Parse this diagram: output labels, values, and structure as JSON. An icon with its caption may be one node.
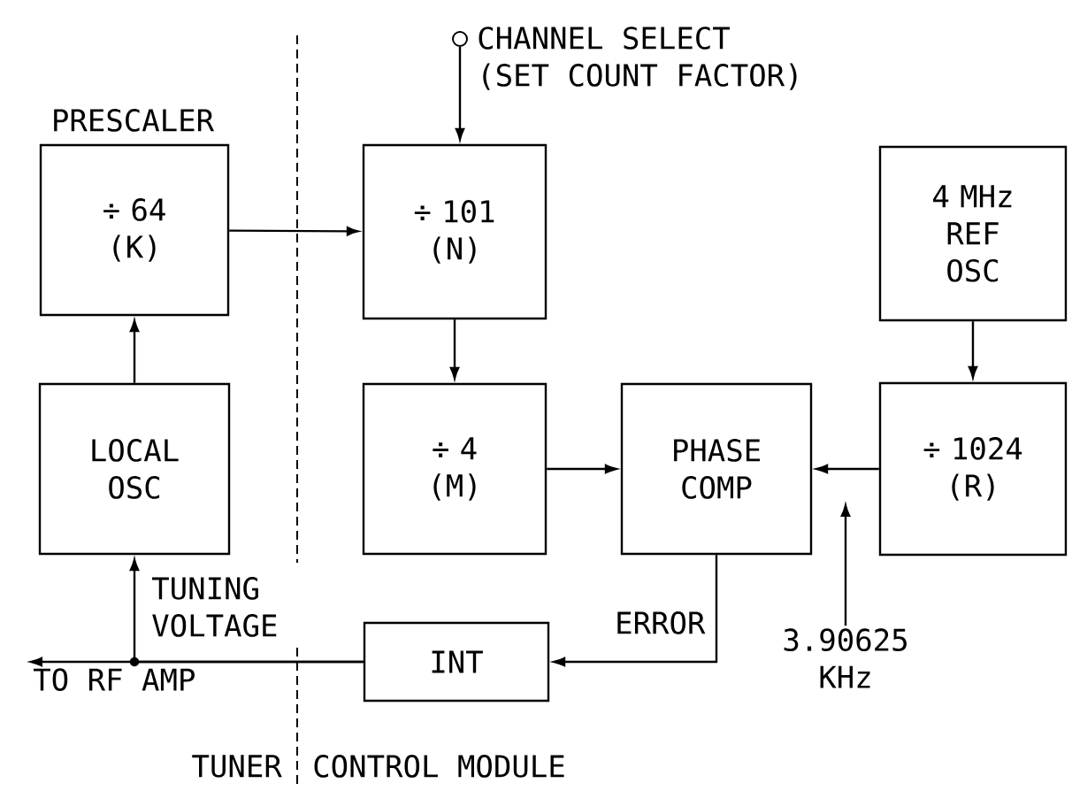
{
  "diagram": {
    "nodes": [
      {
        "text": [
          "÷ 64 (K)"
        ],
        "beside": [
          "PRESCALER"
        ]
      },
      {
        "text": [
          "÷ 101 (N)"
        ]
      },
      {
        "text": [
          "4 MHz REF OSC"
        ]
      },
      {
        "text": [
          "LOCAL OSC"
        ]
      },
      {
        "text": [
          "÷ 4 (M)"
        ]
      },
      {
        "text": [
          "PHASE COMP"
        ]
      },
      {
        "text": [
          "÷ 1024 (R)"
        ]
      },
      {
        "text": [
          "INT"
        ]
      },
      {
        "text": [],
        "shape": "circle",
        "beside": [
          "CHANNEL SELECT",
          "(SET COUNT FACTOR)"
        ]
      },
      {
        "text": [
          "3.90625 KHz"
        ]
      },
      {
        "text": [
          "TO RF AMP"
        ]
      }
    ],
    "edges": [
      {
        "from": 0,
        "to": 1,
        "arrow": "to"
      },
      {
        "from": 8,
        "to": 1,
        "arrow": "to"
      },
      {
        "from": 1,
        "to": 4,
        "arrow": "to"
      },
      {
        "from": 4,
        "to": 5,
        "arrow": "to"
      },
      {
        "from": 2,
        "to": 6,
        "arrow": "to"
      },
      {
        "from": 6,
        "to": 5,
        "arrow": "to"
      },
      {
        "from": 3,
        "to": 0,
        "arrow": "to"
      },
      {
        "from": 5,
        "to": 7,
        "arrow": "to",
        "label": "ERROR"
      },
      {
        "from": 7,
        "to": 3,
        "arrow": "to",
        "label": "TUNING VOLTAGE"
      },
      {
        "from": 7,
        "to": 10,
        "arrow": "to"
      },
      {
        "from": 9,
        "to": null,
        "arrow": "to"
      }
    ],
    "labels": [
      "TUNER",
      "CONTROL MODULE"
    ]
  }
}
